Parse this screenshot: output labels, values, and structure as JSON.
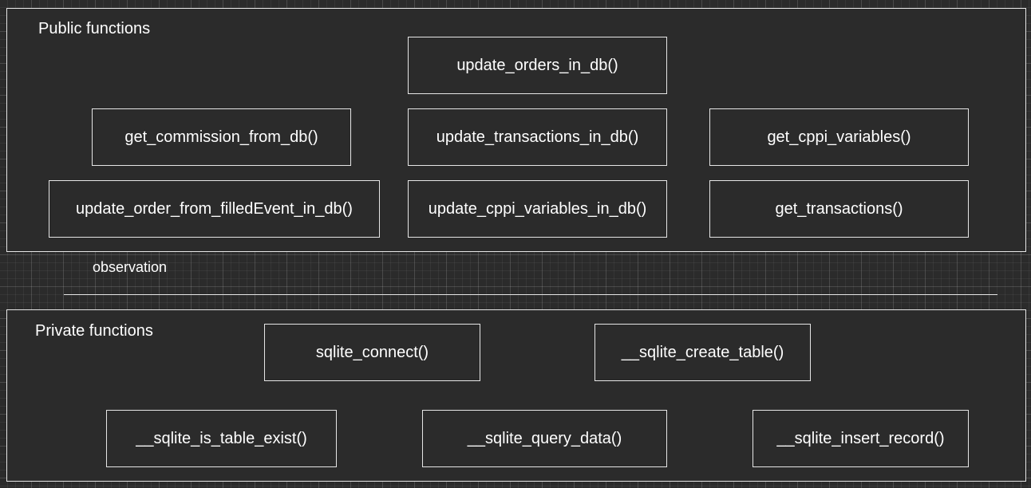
{
  "public": {
    "title": "Public functions",
    "functions": [
      "update_orders_in_db()",
      "get_commission_from_db()",
      "update_transactions_in_db()",
      "get_cppi_variables()",
      "update_order_from_filledEvent_in_db()",
      "update_cppi_variables_in_db()",
      "get_transactions()"
    ]
  },
  "connector": {
    "label": "observation"
  },
  "private": {
    "title": "Private functions",
    "functions": [
      "sqlite_connect()",
      "__sqlite_create_table()",
      "__sqlite_is_table_exist()",
      "__sqlite_query_data()",
      "__sqlite_insert_record()"
    ]
  }
}
